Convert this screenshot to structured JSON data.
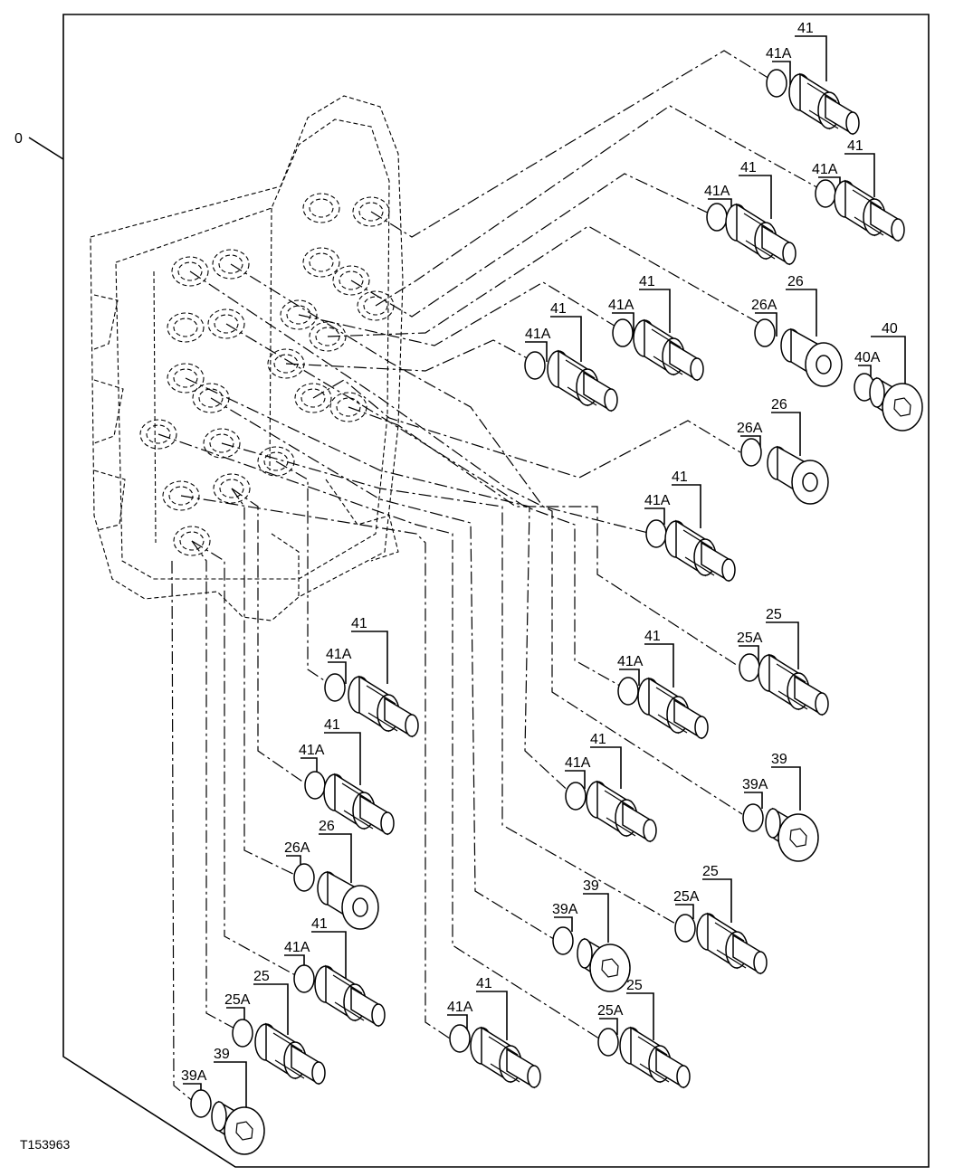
{
  "figure_id": "T153963",
  "base_label": "0",
  "callouts": {
    "c41": "41",
    "c41a": "41A",
    "c26": "26",
    "c26a": "26A",
    "c25": "25",
    "c25a": "25A",
    "c39": "39",
    "c39a": "39A",
    "c40": "40",
    "c40a": "40A"
  }
}
